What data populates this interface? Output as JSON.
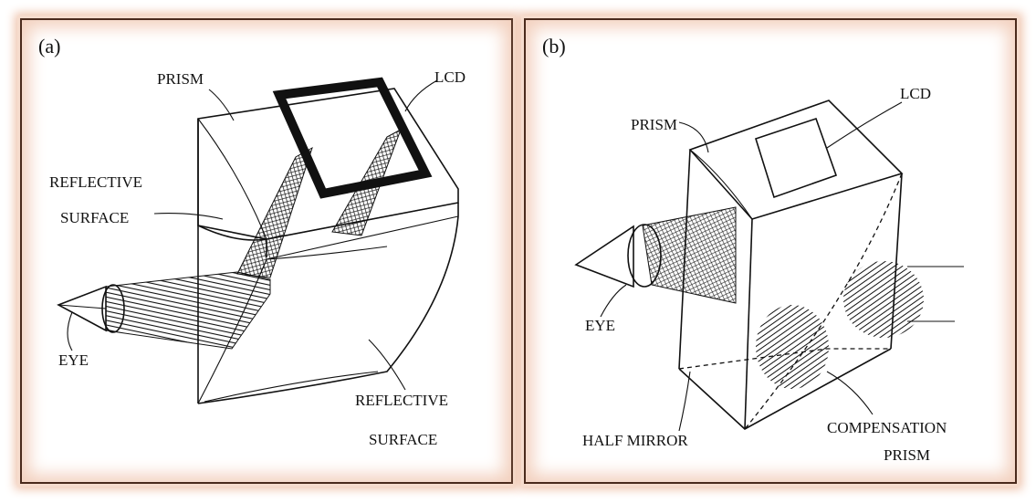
{
  "panel_a": {
    "tag": "(a)",
    "labels": {
      "prism": "PRISM",
      "lcd": "LCD",
      "reflective_surface_1_line1": "REFLECTIVE",
      "reflective_surface_1_line2": "SURFACE",
      "eye": "EYE",
      "reflective_surface_2_line1": "REFLECTIVE",
      "reflective_surface_2_line2": "SURFACE"
    }
  },
  "panel_b": {
    "tag": "(b)",
    "labels": {
      "prism": "PRISM",
      "lcd": "LCD",
      "eye": "EYE",
      "half_mirror": "HALF MIRROR",
      "compensation_line1": "COMPENSATION",
      "compensation_line2": "PRISM"
    }
  },
  "colors": {
    "frame_border": "#4a2a1c",
    "frame_glow": "#efc4ad"
  }
}
